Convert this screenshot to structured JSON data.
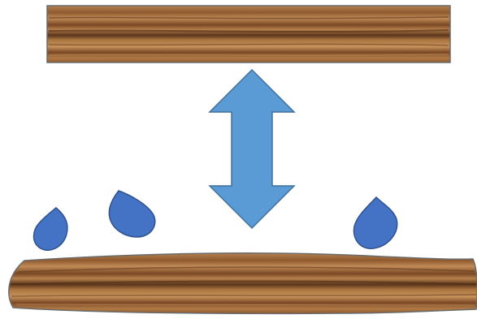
{
  "diagram": {
    "description_visible_text": "",
    "colors": {
      "wood_light": "#b07a45",
      "wood_mid": "#8f5a2e",
      "wood_dark": "#5a341a",
      "wood_highlight": "#c9935c",
      "board_outline": "#6b6b6b",
      "arrow_fill": "#5b9bd5",
      "arrow_stroke": "#41719c",
      "drop_fill": "#4472c4",
      "drop_stroke": "#2f528f"
    },
    "elements": {
      "top_board": "wood-board",
      "bottom_board": "wood-board",
      "arrow": "double-headed-vertical-arrow",
      "drops": [
        "water-drop-icon",
        "water-drop-icon",
        "water-drop-icon"
      ]
    }
  }
}
